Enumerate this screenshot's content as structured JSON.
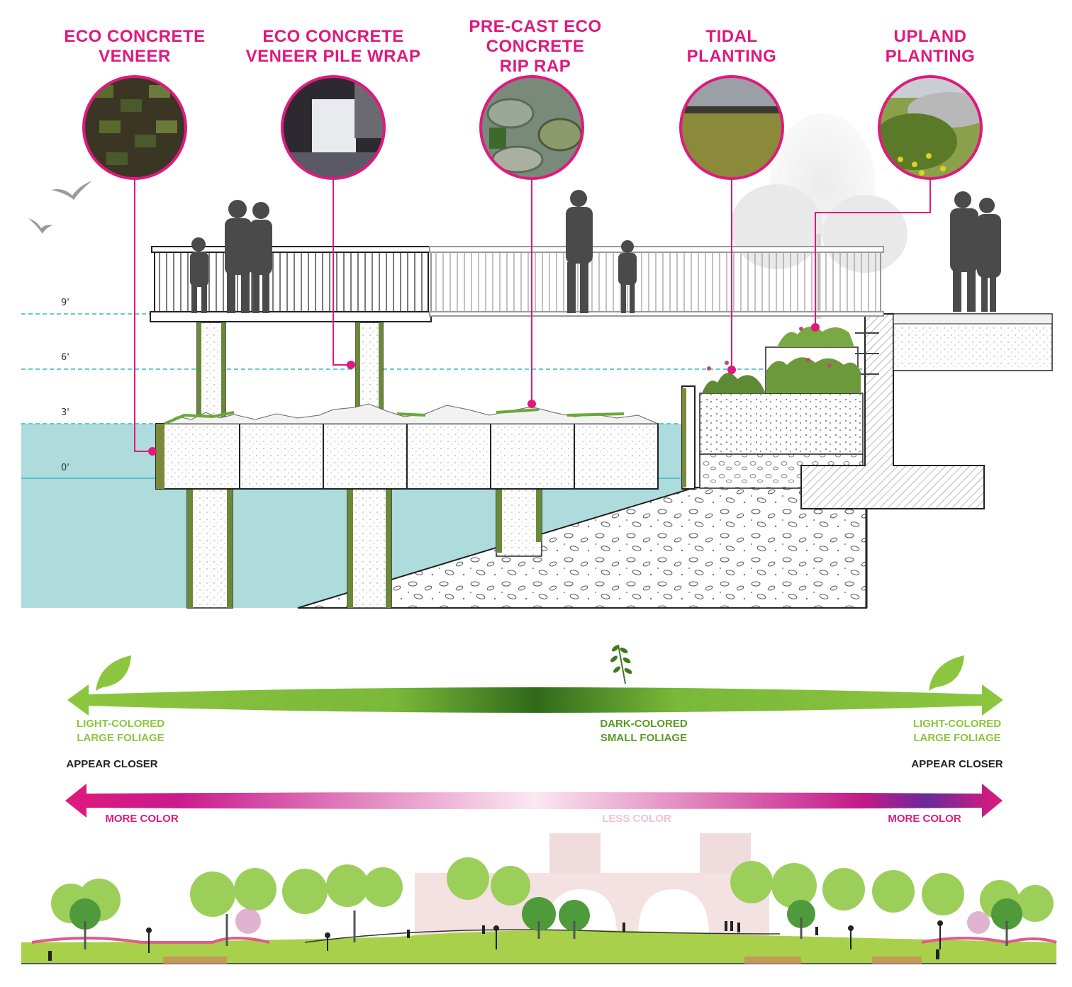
{
  "callouts": [
    {
      "lines": [
        "ECO CONCRETE",
        "VENEER"
      ]
    },
    {
      "lines": [
        "ECO CONCRETE",
        "VENEER PILE WRAP"
      ]
    },
    {
      "lines": [
        "PRE-CAST ECO",
        "CONCRETE",
        "RIP RAP"
      ]
    },
    {
      "lines": [
        "TIDAL",
        "PLANTING"
      ]
    },
    {
      "lines": [
        "UPLAND",
        "PLANTING"
      ]
    }
  ],
  "elevations": [
    "9'",
    "6'",
    "3'",
    "0'"
  ],
  "foliage_scale": {
    "left": [
      "LIGHT-COLORED",
      "LARGE FOLIAGE"
    ],
    "center": [
      "DARK-COLORED",
      "SMALL FOLIAGE"
    ],
    "right": [
      "LIGHT-COLORED",
      "LARGE FOLIAGE"
    ],
    "closer_left": "APPEAR CLOSER",
    "closer_right": "APPEAR CLOSER"
  },
  "color_scale": {
    "left": "MORE COLOR",
    "center": "LESS COLOR",
    "right": "MORE COLOR"
  },
  "colors": {
    "accent_magenta": "#e0197d",
    "water": "#aedcdc",
    "leaf_green": "#8cc63f",
    "dark_green": "#3f7a1e"
  },
  "icons": [
    "bird-icon",
    "leaf-icon",
    "sprig-icon",
    "people-silhouette-icon"
  ]
}
